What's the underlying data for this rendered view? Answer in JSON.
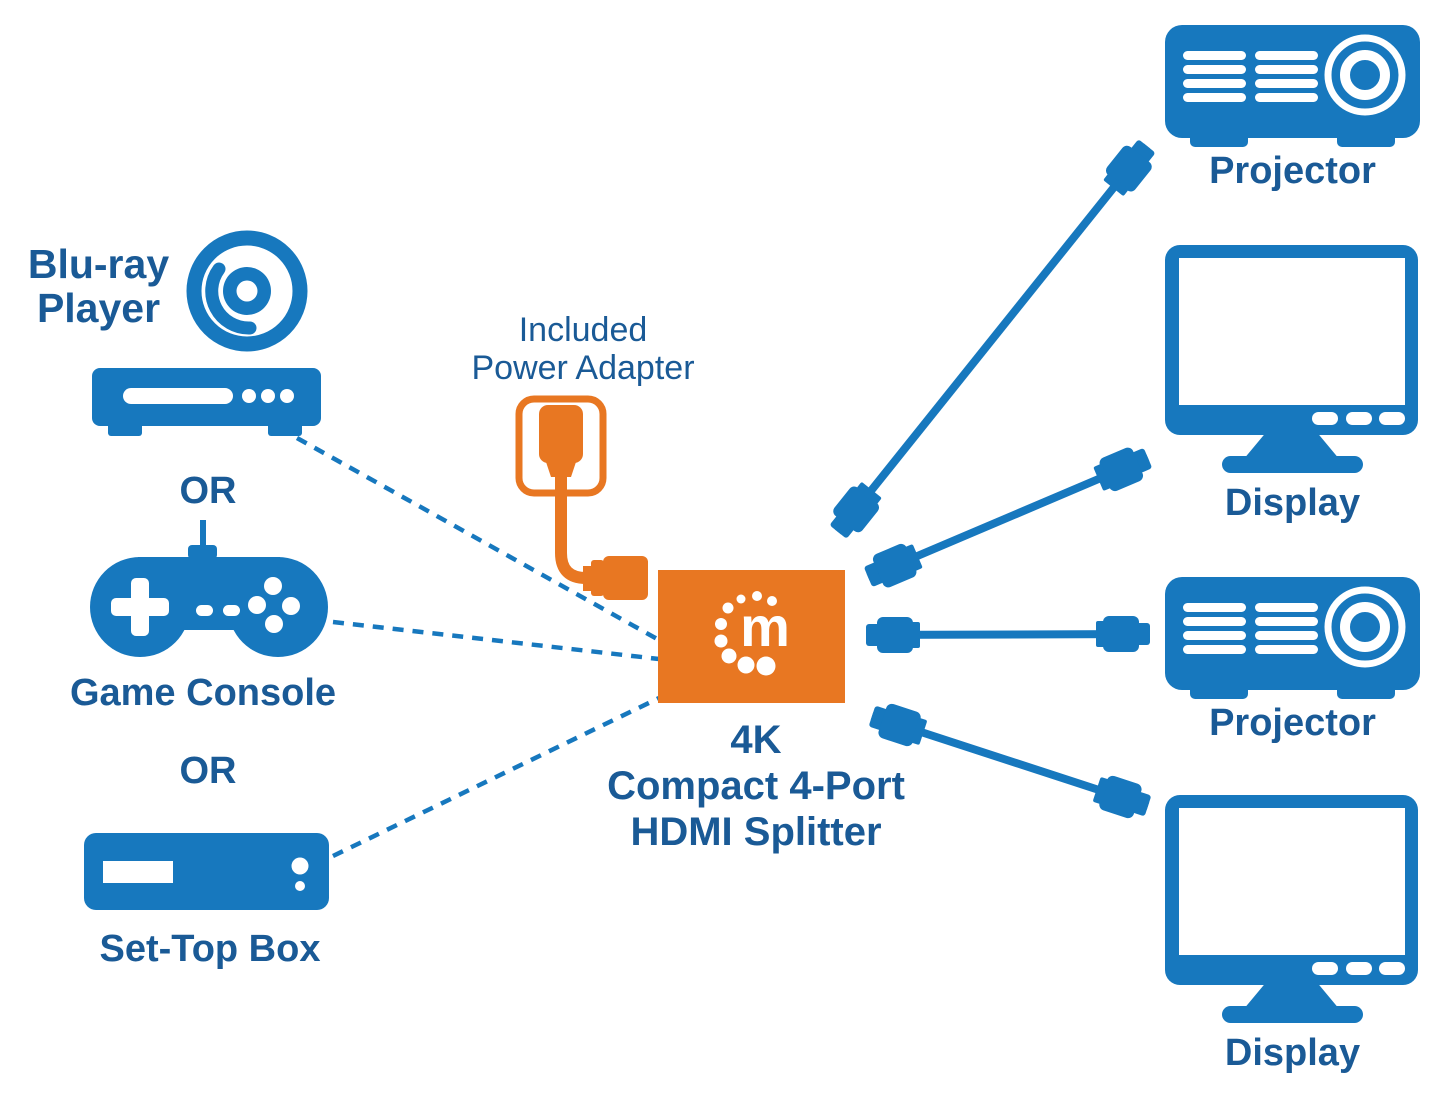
{
  "colors": {
    "blue": "#1778BE",
    "dark_blue": "#1A5A96",
    "orange": "#E87722",
    "background": "#FFFFFF"
  },
  "sources": {
    "bluray_line1": "Blu-ray",
    "bluray_line2": "Player",
    "or_1": "OR",
    "game_console": "Game Console",
    "or_2": "OR",
    "set_top_box": "Set-Top Box"
  },
  "center": {
    "power_adapter_line1": "Included",
    "power_adapter_line2": "Power Adapter",
    "splitter_line1": "4K",
    "splitter_line2": "Compact 4-Port",
    "splitter_line3": "HDMI Splitter",
    "logo_letter": "m"
  },
  "outputs": {
    "projector_1": "Projector",
    "display_1": "Display",
    "projector_2": "Projector",
    "display_2": "Display"
  },
  "icons": {
    "bluray_disc": "bluray-disc-icon",
    "bluray_deck": "bluray-player-icon",
    "game_console": "game-controller-icon",
    "set_top_box": "set-top-box-icon",
    "power_adapter": "power-adapter-icon",
    "splitter": "hdmi-splitter-box",
    "logo": "manhattan-logo",
    "hdmi_cable": "hdmi-cable-icon",
    "projector": "projector-icon",
    "display": "display-monitor-icon"
  },
  "connections": {
    "input_style": "dashed-line",
    "output_style": "hdmi-cable",
    "input_count": 3,
    "output_count": 4
  }
}
